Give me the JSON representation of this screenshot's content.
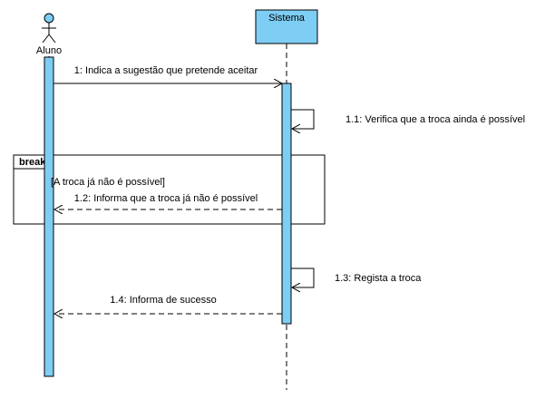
{
  "diagram": {
    "type": "sequence",
    "colors": {
      "activation_fill": "#7ecdf4",
      "lifeline": "#000000",
      "frame_stroke": "#000000",
      "message": "#000000"
    },
    "participants": {
      "actor": {
        "name": "Aluno",
        "kind": "actor"
      },
      "system": {
        "name": "Sistema",
        "kind": "object"
      }
    },
    "messages": {
      "m1": {
        "label": "1: Indica a sugestão que pretende aceitar",
        "kind": "sync"
      },
      "m11": {
        "label": "1.1: Verifica que a troca ainda é possível",
        "kind": "self"
      },
      "m12": {
        "label": "1.2: Informa que a troca já não é possível",
        "kind": "reply"
      },
      "m13": {
        "label": "1.3: Regista a troca",
        "kind": "self"
      },
      "m14": {
        "label": "1.4: Informa de sucesso",
        "kind": "reply"
      }
    },
    "fragment": {
      "operator": "break",
      "guard": "[A troca já não é possível]"
    }
  }
}
